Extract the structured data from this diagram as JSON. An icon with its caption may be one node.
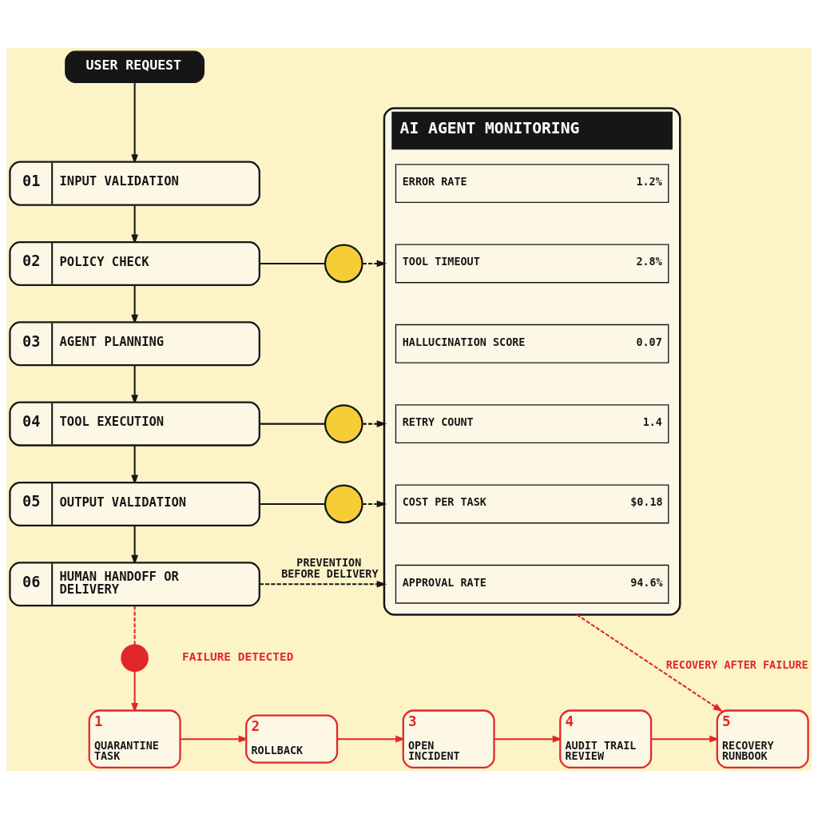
{
  "diagram": {
    "nodes": [
      {
        "text": [
          "USER REQUEST"
        ]
      },
      {
        "text": [
          "01",
          "INPUT VALIDATION"
        ]
      },
      {
        "text": [
          "02",
          "POLICY CHECK"
        ]
      },
      {
        "text": [
          "03",
          "AGENT PLANNING"
        ]
      },
      {
        "text": [
          "04",
          "TOOL EXECUTION"
        ]
      },
      {
        "text": [
          "05",
          "OUTPUT VALIDATION"
        ]
      },
      {
        "text": [
          "06",
          "HUMAN HANDOFF OR DELIVERY"
        ]
      },
      {
        "text": [],
        "shape": "circle"
      },
      {
        "text": [],
        "shape": "circle"
      },
      {
        "text": [],
        "shape": "circle"
      },
      {
        "text": [
          "AI AGENT MONITORING"
        ]
      },
      {
        "text": [
          "ERROR RATE",
          "1.2%"
        ],
        "in": 10
      },
      {
        "text": [
          "TOOL TIMEOUT",
          "2.8%"
        ],
        "in": 10
      },
      {
        "text": [
          "HALLUCINATION SCORE",
          "0.07"
        ],
        "in": 10
      },
      {
        "text": [
          "RETRY COUNT",
          "1.4"
        ],
        "in": 10
      },
      {
        "text": [
          "COST PER TASK",
          "$0.18"
        ],
        "in": 10
      },
      {
        "text": [
          "APPROVAL RATE",
          "94.6%"
        ],
        "in": 10
      },
      {
        "text": [],
        "shape": "circle",
        "beside": [
          "FAILURE DETECTED"
        ]
      },
      {
        "text": [
          "1",
          "QUARANTINE TASK"
        ]
      },
      {
        "text": [
          "2",
          "ROLLBACK"
        ]
      },
      {
        "text": [
          "3",
          "OPEN INCIDENT"
        ]
      },
      {
        "text": [
          "4",
          "AUDIT TRAIL REVIEW"
        ]
      },
      {
        "text": [
          "5",
          "RECOVERY RUNBOOK"
        ]
      }
    ],
    "edges": [
      {
        "from": 0,
        "to": 1,
        "arrow": "to"
      },
      {
        "from": 1,
        "to": 2,
        "arrow": "to"
      },
      {
        "from": 2,
        "to": 3,
        "arrow": "to"
      },
      {
        "from": 3,
        "to": 4,
        "arrow": "to"
      },
      {
        "from": 4,
        "to": 5,
        "arrow": "to"
      },
      {
        "from": 5,
        "to": 6,
        "arrow": "to"
      },
      {
        "from": 2,
        "to": 7,
        "arrow": "none"
      },
      {
        "from": 7,
        "to": 10,
        "arrow": "to",
        "style": "dashed"
      },
      {
        "from": 4,
        "to": 8,
        "arrow": "none"
      },
      {
        "from": 8,
        "to": 10,
        "arrow": "to",
        "style": "dashed"
      },
      {
        "from": 5,
        "to": 9,
        "arrow": "none"
      },
      {
        "from": 9,
        "to": 10,
        "arrow": "to",
        "style": "dashed"
      },
      {
        "from": 6,
        "to": 10,
        "arrow": "to",
        "style": "dashed",
        "label": "PREVENTION BEFORE DELIVERY"
      },
      {
        "from": 6,
        "to": 17,
        "arrow": "none",
        "style": "dashed",
        "color": "#e02828"
      },
      {
        "from": 17,
        "to": 18,
        "arrow": "to",
        "color": "#e02828"
      },
      {
        "from": 18,
        "to": 19,
        "arrow": "to",
        "color": "#e02828"
      },
      {
        "from": 19,
        "to": 20,
        "arrow": "to",
        "color": "#e02828"
      },
      {
        "from": 20,
        "to": 21,
        "arrow": "to",
        "color": "#e02828"
      },
      {
        "from": 21,
        "to": 22,
        "arrow": "to",
        "color": "#e02828"
      },
      {
        "from": 10,
        "to": 22,
        "arrow": "to",
        "style": "dashed",
        "color": "#e02828",
        "label": "RECOVERY AFTER FAILURE"
      }
    ]
  }
}
